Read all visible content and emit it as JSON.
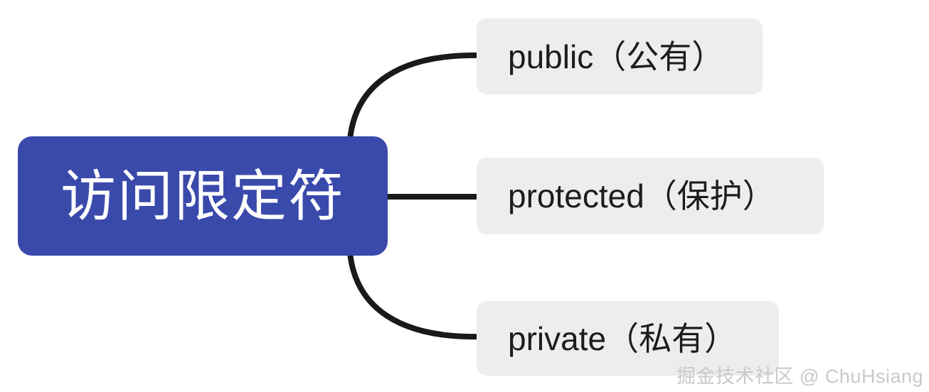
{
  "diagram": {
    "type": "mind-map",
    "title": "访问限定符",
    "background_color": "#ffffff",
    "root": {
      "label": "访问限定符",
      "fill_color": "#3a4aab",
      "text_color": "#ffffff"
    },
    "branches": [
      {
        "id": "public",
        "label": "public（公有）",
        "keyword": "public",
        "translation": "公有",
        "fill_color": "#ededed",
        "text_color": "#1c1c1c",
        "connector": "curve-up"
      },
      {
        "id": "protected",
        "label": "protected（保护）",
        "keyword": "protected",
        "translation": "保护",
        "fill_color": "#ededed",
        "text_color": "#1c1c1c",
        "connector": "straight"
      },
      {
        "id": "private",
        "label": "private（私有）",
        "keyword": "private",
        "translation": "私有",
        "fill_color": "#ededed",
        "text_color": "#1c1c1c",
        "connector": "curve-down"
      }
    ],
    "connector_color": "#1a1a1a",
    "connector_width": 8
  },
  "watermark": {
    "text": "掘金技术社区 @ ChuHsiang",
    "color": "#c9c9c9"
  }
}
